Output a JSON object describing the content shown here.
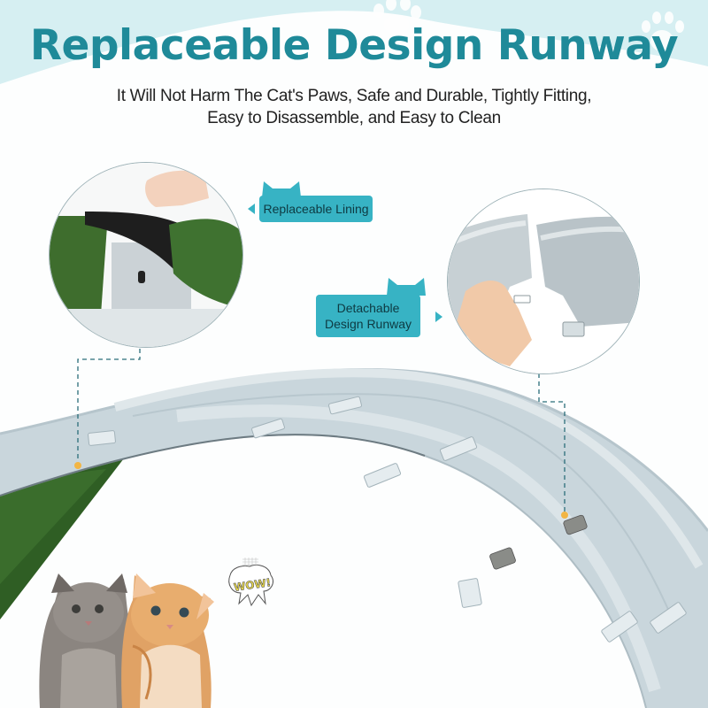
{
  "header": {
    "title": "Replaceable Design Runway",
    "subtitle_line1": "It Will Not Harm The Cat's Paws, Safe and Durable, Tightly Fitting,",
    "subtitle_line2": "Easy to Disassemble, and Easy to Clean"
  },
  "callouts": [
    {
      "label": "Replaceable Lining",
      "icon": "cat-ears-icon"
    },
    {
      "label_line1": "Detachable",
      "label_line2": "Design Runway",
      "icon": "cat-ears-icon"
    }
  ],
  "sticker": {
    "text": "WOW!"
  },
  "colors": {
    "title": "#1f8a99",
    "tag_bg": "#37b3c4",
    "wave_bg": "#d6eff2",
    "runway": "#c9d6dc",
    "turf": "#2f5e24",
    "marker_dot": "#f2b544"
  },
  "icons": [
    "paw-print-icon",
    "paw-print-icon",
    "cat-ears-icon",
    "arrow-pointer-icon"
  ]
}
